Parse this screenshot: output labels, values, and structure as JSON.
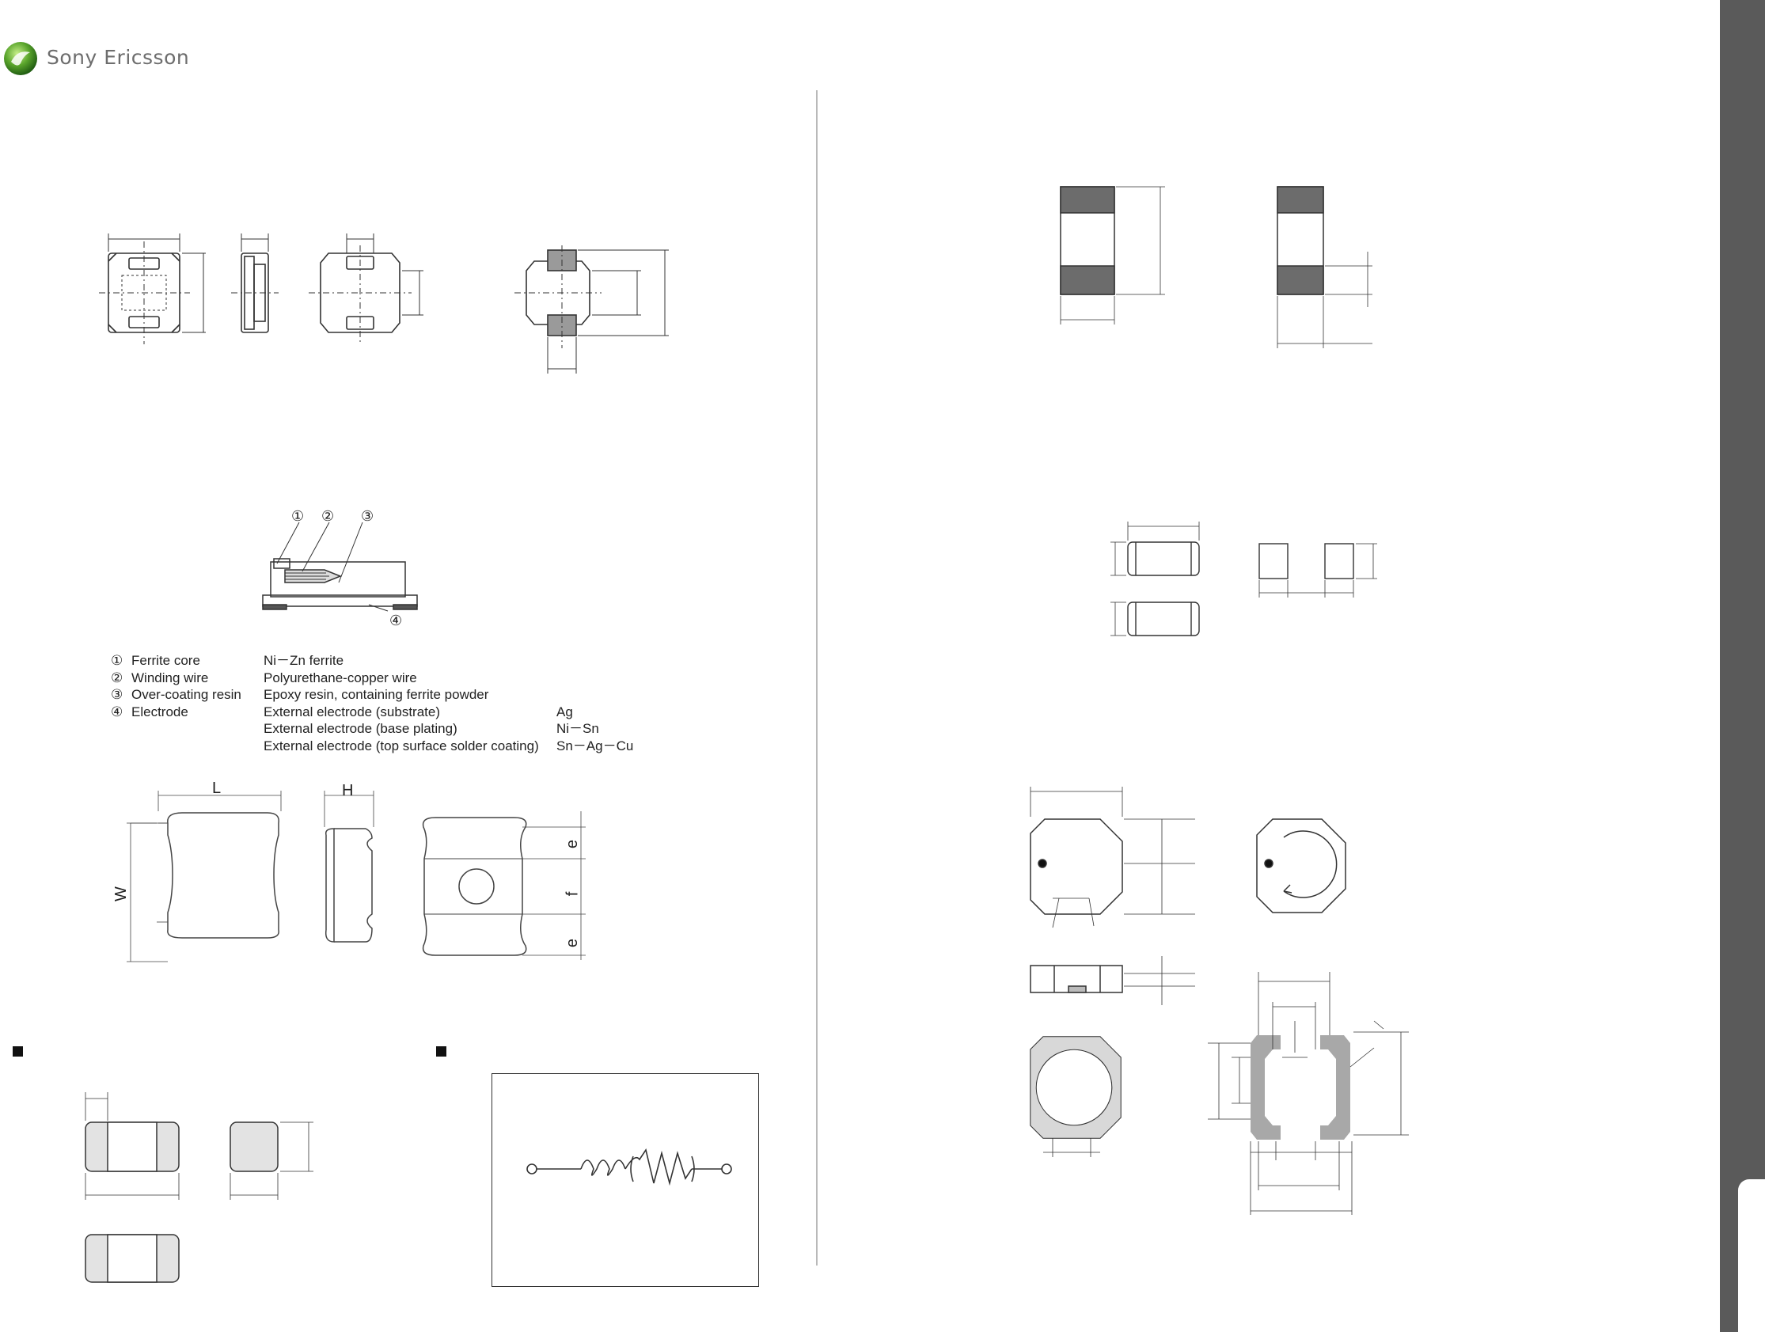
{
  "header": {
    "brand": "Sony Ericsson"
  },
  "materials": {
    "rows": [
      {
        "num": "①",
        "part": "Ferrite core",
        "material": "Ni－Zn ferrite",
        "extra": ""
      },
      {
        "num": "②",
        "part": "Winding wire",
        "material": "Polyurethane-copper wire",
        "extra": ""
      },
      {
        "num": "③",
        "part": "Over-coating resin",
        "material": "Epoxy resin, containing ferrite powder",
        "extra": ""
      },
      {
        "num": "④",
        "part": "Electrode",
        "material": "External electrode (substrate)",
        "extra": "Ag"
      },
      {
        "num": "",
        "part": "",
        "material": "External electrode (base plating)",
        "extra": "Ni－Sn"
      },
      {
        "num": "",
        "part": "",
        "material": "External electrode (top surface solder coating)",
        "extra": "Sn－Ag－Cu"
      }
    ]
  },
  "callouts": [
    "①",
    "②",
    "③",
    "④"
  ],
  "dimension_labels": {
    "L": "L",
    "H": "H",
    "W": "W",
    "e_top": "e",
    "f": "f",
    "e_bottom": "e"
  },
  "colors": {
    "sidebar": "#5a5a5a",
    "electrode": "#8c8c8c",
    "line": "#333333"
  }
}
